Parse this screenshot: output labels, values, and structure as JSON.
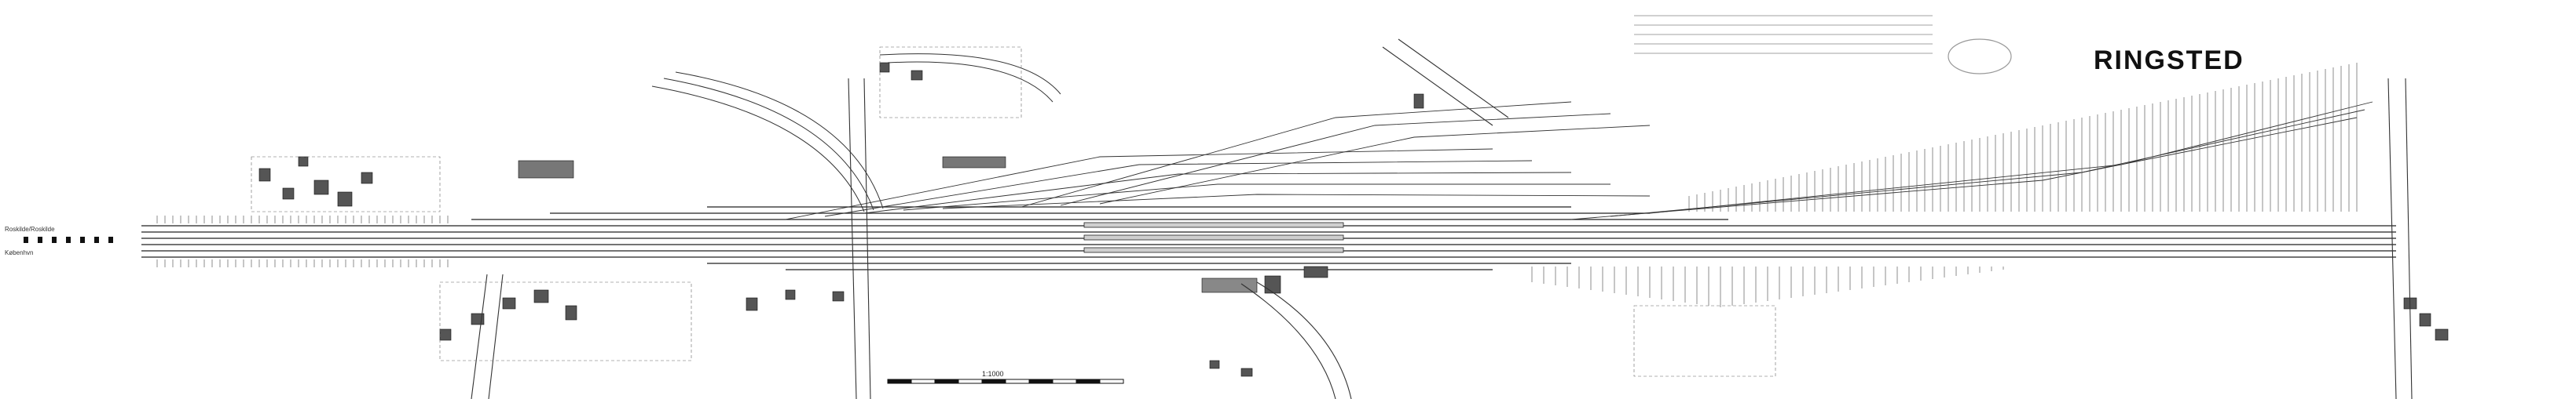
{
  "title": "RINGSTED",
  "side_labels": {
    "left_upper": "Roskilde/Roskilde",
    "left_lower": "Københvn"
  },
  "scale_label": "1:1000",
  "colors": {
    "ink": "#111111",
    "paper": "#ffffff",
    "hatch": "#333333"
  }
}
